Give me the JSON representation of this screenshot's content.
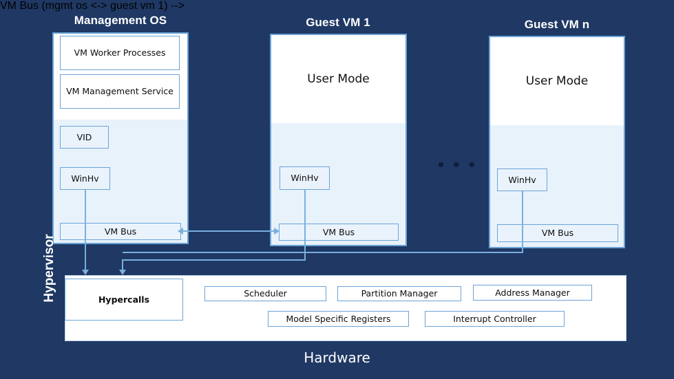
{
  "diagram": {
    "background_color": "#1f3864",
    "accent_color": "#6ba3d6",
    "panel_tint_color": "#e8f2fb",
    "hardware_label": "Hardware",
    "hypervisor_label": "Hypervisor",
    "ellipsis": "• • •"
  },
  "management_os": {
    "title": "Management OS",
    "boxes": {
      "vm_worker_processes": "VM Worker Processes",
      "vm_management_service": "VM Management Service",
      "vid": "VID",
      "winhv": "WinHv",
      "vmbus": "VM Bus"
    }
  },
  "guest_vm_1": {
    "title": "Guest VM 1",
    "user_mode": "User Mode",
    "boxes": {
      "winhv": "WinHv",
      "vmbus": "VM Bus"
    }
  },
  "guest_vm_n": {
    "title": "Guest VM n",
    "user_mode": "User Mode",
    "boxes": {
      "winhv": "WinHv",
      "vmbus": "VM Bus"
    }
  },
  "hypervisor": {
    "label": "Hypervisor",
    "components": {
      "hypercalls": "Hypercalls",
      "scheduler": "Scheduler",
      "partition_manager": "Partition Manager",
      "address_manager": "Address Manager",
      "model_specific_registers": "Model Specific Registers",
      "interrupt_controller": "Interrupt Controller"
    }
  }
}
